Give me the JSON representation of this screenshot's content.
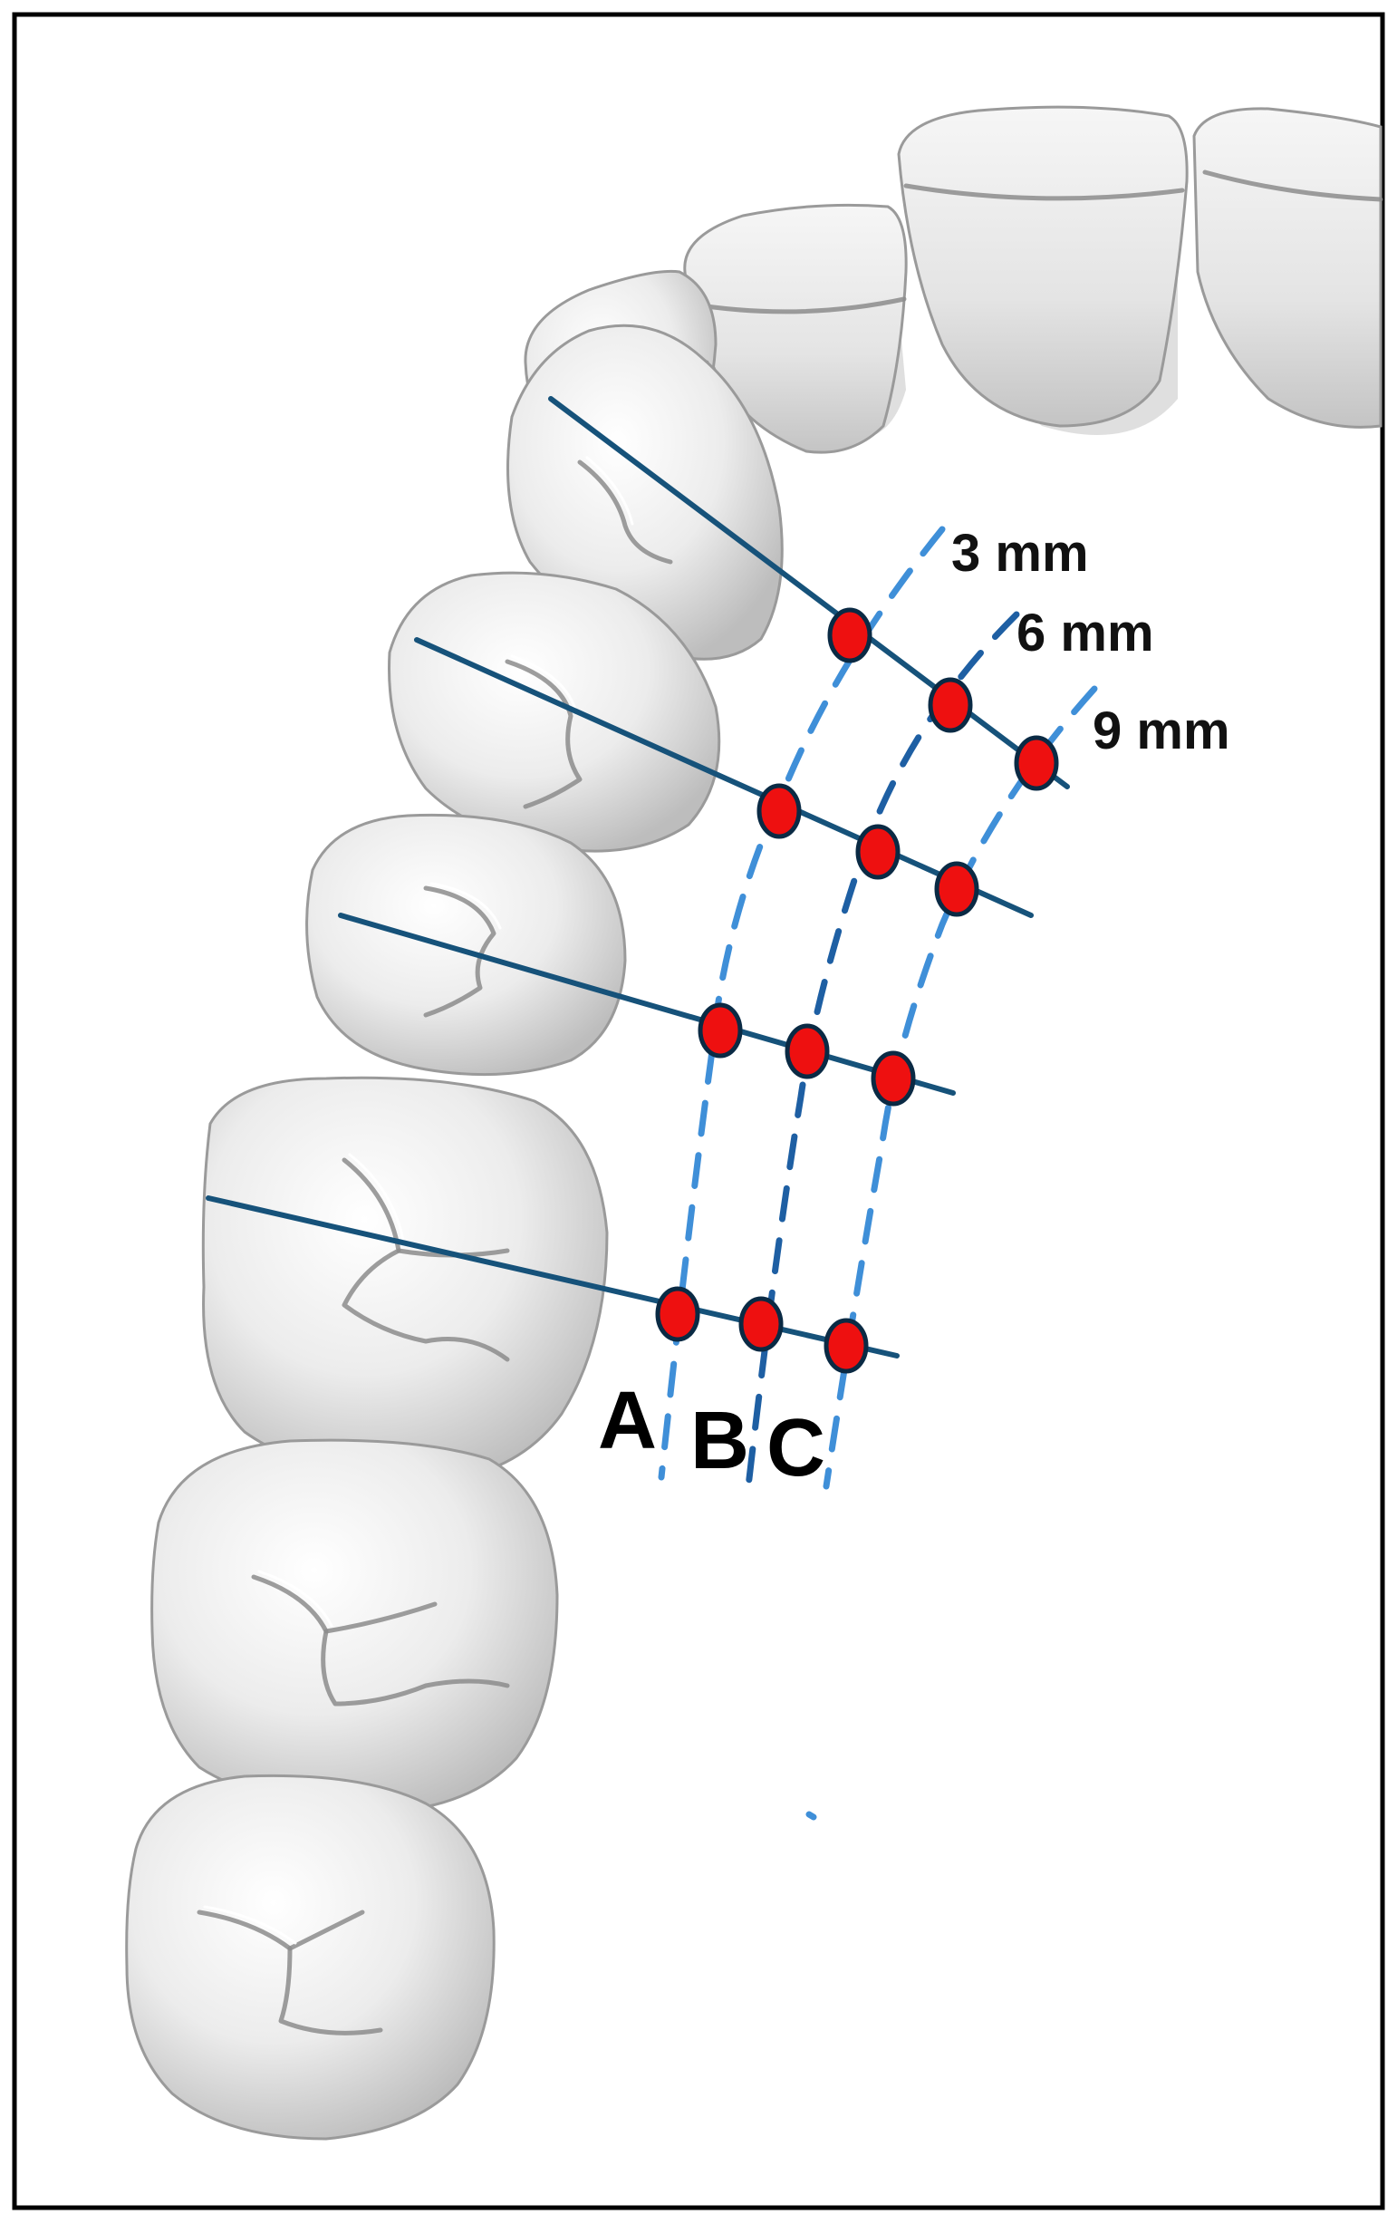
{
  "depth_labels": {
    "d3": "3 mm",
    "d6": "6 mm",
    "d9": "9 mm"
  },
  "zone_labels": {
    "a": "A",
    "b": "B",
    "c": "C"
  },
  "colors": {
    "measurement_line": "#16527a",
    "depth_curve": "#3f8fd8",
    "depth_curve_mid": "#1e5fa3",
    "measurement_point": "#ee1010",
    "tooth": "#ececec",
    "frame": "#000000"
  },
  "teeth": [
    "incisor",
    "incisor",
    "lateral-incisor",
    "canine",
    "first-premolar",
    "second-premolar",
    "first-molar",
    "second-molar",
    "third-molar"
  ],
  "measurement_rows": 4,
  "points_per_row": 3
}
